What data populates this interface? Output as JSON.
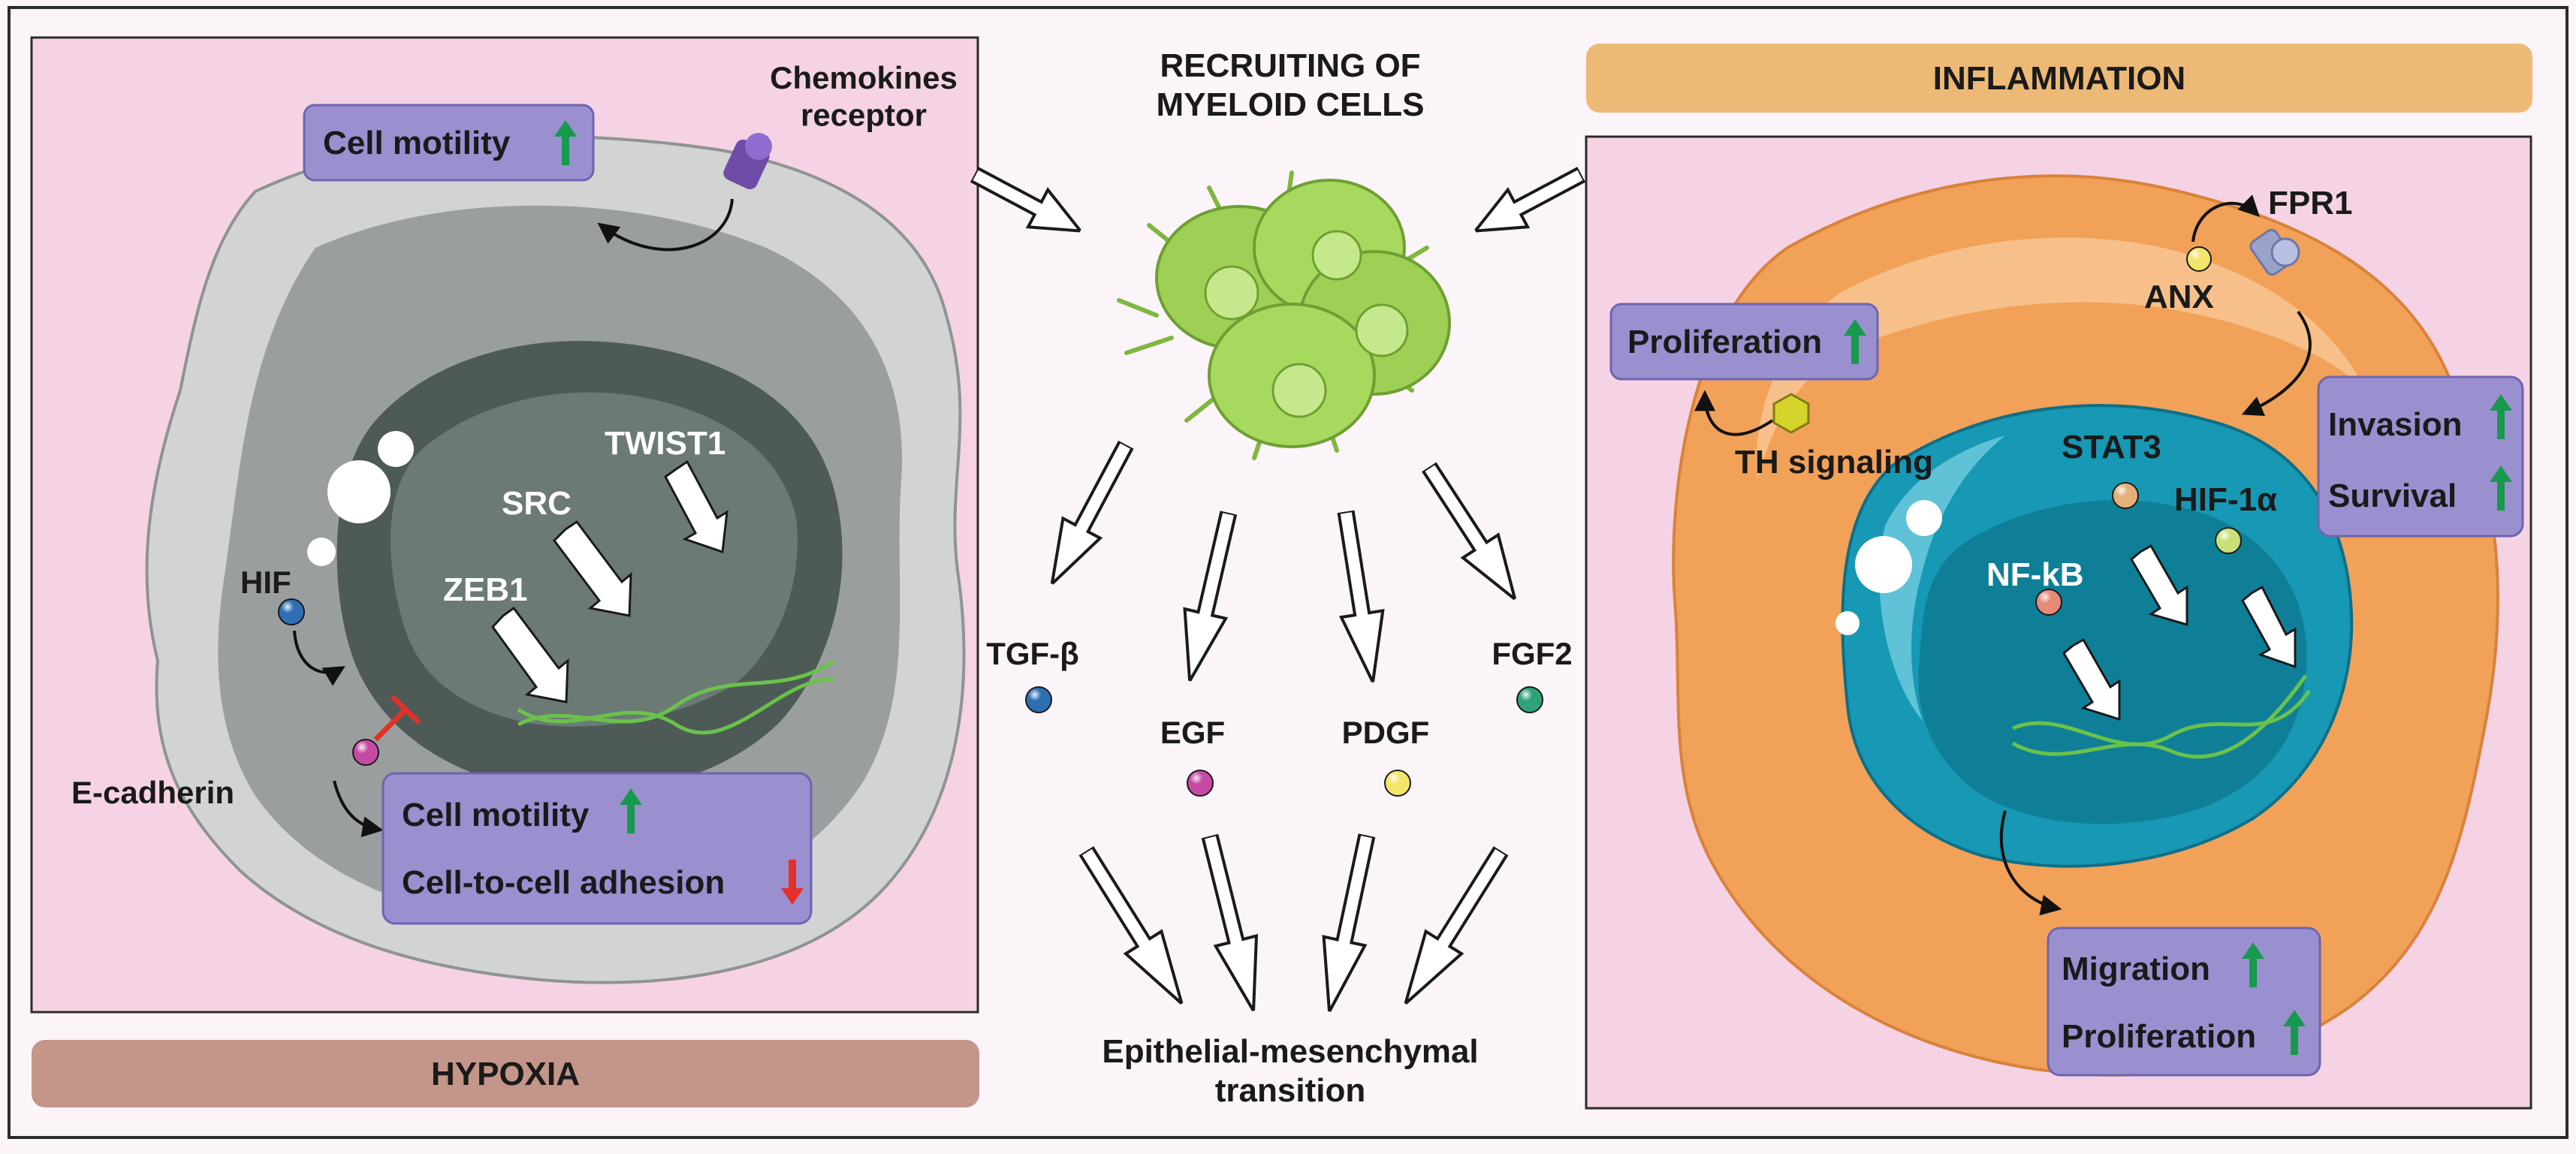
{
  "colors": {
    "page_background": "#fbf4f8",
    "panel_pink": "#f5d3e4",
    "panel_border": "#2b2b2b",
    "hypoxia_bar": "#c49589",
    "inflammation_bar": "#edb977",
    "label_box": "#9a90d0",
    "label_box_border": "#6e64b0",
    "arrow_up": "#179a4d",
    "arrow_down": "#e5302a",
    "inhibition": "#e5302a",
    "myeloid_cell": "#9ed056",
    "cell_grey": "#d2d4d4",
    "nucleus_dark": "#4d5a56",
    "cell_orange": "#f2a159",
    "nucleus_teal": "#1798b4",
    "dna": "#6ac24a"
  },
  "hypoxia": {
    "title": "HYPOXIA",
    "chemokines_receptor": "Chemokines\nreceptor",
    "cell_motility_top": "Cell motility",
    "hif": "HIF",
    "src": "SRC",
    "twist1": "TWIST1",
    "zeb1": "ZEB1",
    "e_cadherin": "E-cadherin",
    "cell_motility_bottom": "Cell motility",
    "cell_adhesion": "Cell-to-cell adhesion"
  },
  "center": {
    "title": "RECRUITING OF\nMYELOID CELLS",
    "tgf_beta": "TGF-β",
    "egf": "EGF",
    "pdgf": "PDGF",
    "fgf2": "FGF2",
    "emt": "Epithelial-mesenchymal\ntransition",
    "factor_colors": {
      "tgf_beta": "#2e6fb4",
      "egf": "#c64aa4",
      "pdgf": "#f2e56a",
      "fgf2": "#2ea37a"
    }
  },
  "inflammation": {
    "title": "INFLAMMATION",
    "fpr1": "FPR1",
    "anx": "ANX",
    "proliferation_top": "Proliferation",
    "th_signaling": "TH signaling",
    "invasion": "Invasion",
    "survival": "Survival",
    "stat3": "STAT3",
    "hif1a": "HIF-1α",
    "nfkb": "NF-kB",
    "migration": "Migration",
    "proliferation_bottom": "Proliferation"
  }
}
